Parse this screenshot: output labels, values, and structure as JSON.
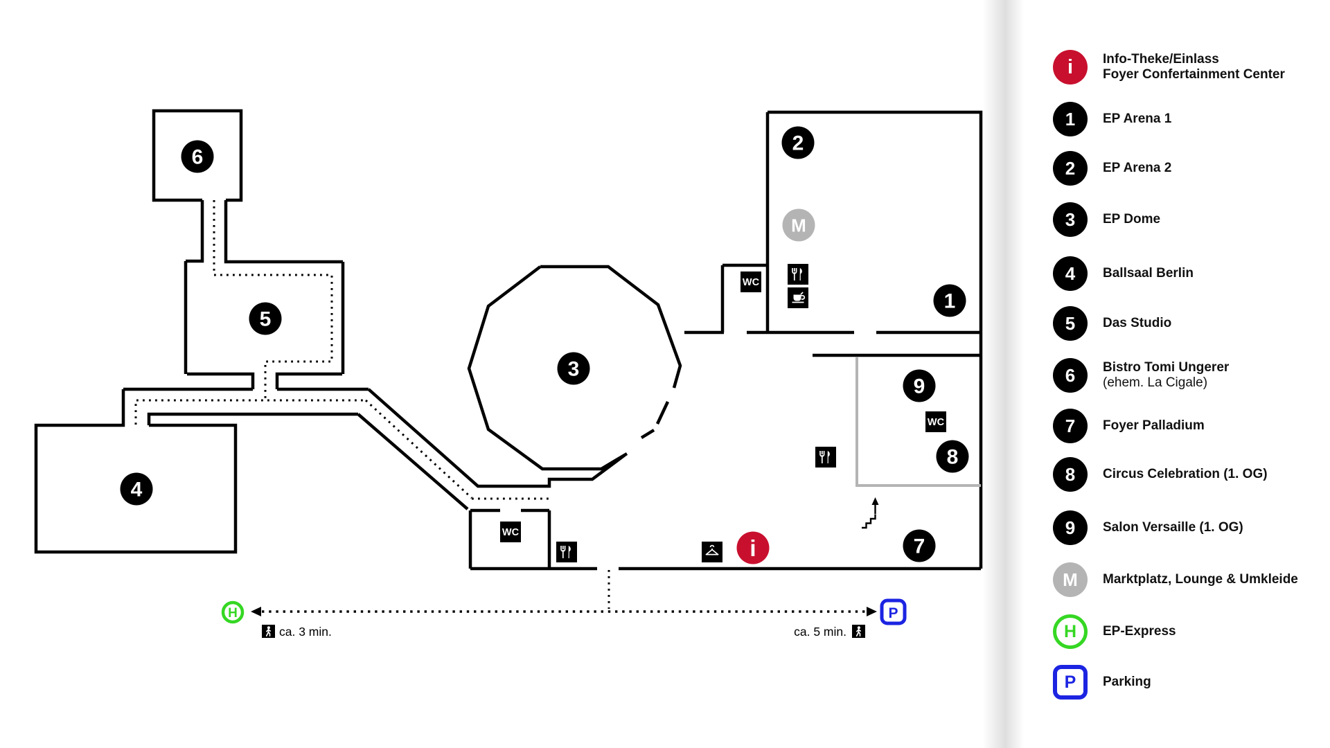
{
  "colors": {
    "red": "#c8102e",
    "green": "#35d723",
    "blue": "#1c24e2",
    "gray": "#b4b4b4"
  },
  "map": {
    "badge_labels": {
      "b1": "1",
      "b2": "2",
      "b3": "3",
      "b4": "4",
      "b5": "5",
      "b6": "6",
      "b7": "7",
      "b8": "8",
      "b9": "9"
    },
    "info_label": "i",
    "marktplatz_label": "M",
    "wc_label": "WC",
    "train_label": "H",
    "parking_label": "P",
    "walk_left_label": "ca. 3 min.",
    "walk_right_label": "ca. 5 min."
  },
  "legend": {
    "items": [
      {
        "icon": "i",
        "label": "Info-Theke/Einlass",
        "label2": "Foyer Confertainment Center"
      },
      {
        "icon": "1",
        "label": "EP Arena 1"
      },
      {
        "icon": "2",
        "label": "EP Arena 2"
      },
      {
        "icon": "3",
        "label": "EP Dome"
      },
      {
        "icon": "4",
        "label": "Ballsaal Berlin"
      },
      {
        "icon": "5",
        "label": "Das Studio"
      },
      {
        "icon": "6",
        "label": "Bistro Tomi Ungerer",
        "label2": "(ehem. La Cigale)"
      },
      {
        "icon": "7",
        "label": "Foyer Palladium"
      },
      {
        "icon": "8",
        "label": "Circus Celebration (1. OG)"
      },
      {
        "icon": "9",
        "label": "Salon Versaille (1. OG)"
      },
      {
        "icon": "M",
        "label": "Marktplatz, Lounge & Umkleide"
      },
      {
        "icon": "H",
        "label": "EP-Express"
      },
      {
        "icon": "P",
        "label": "Parking"
      }
    ]
  }
}
